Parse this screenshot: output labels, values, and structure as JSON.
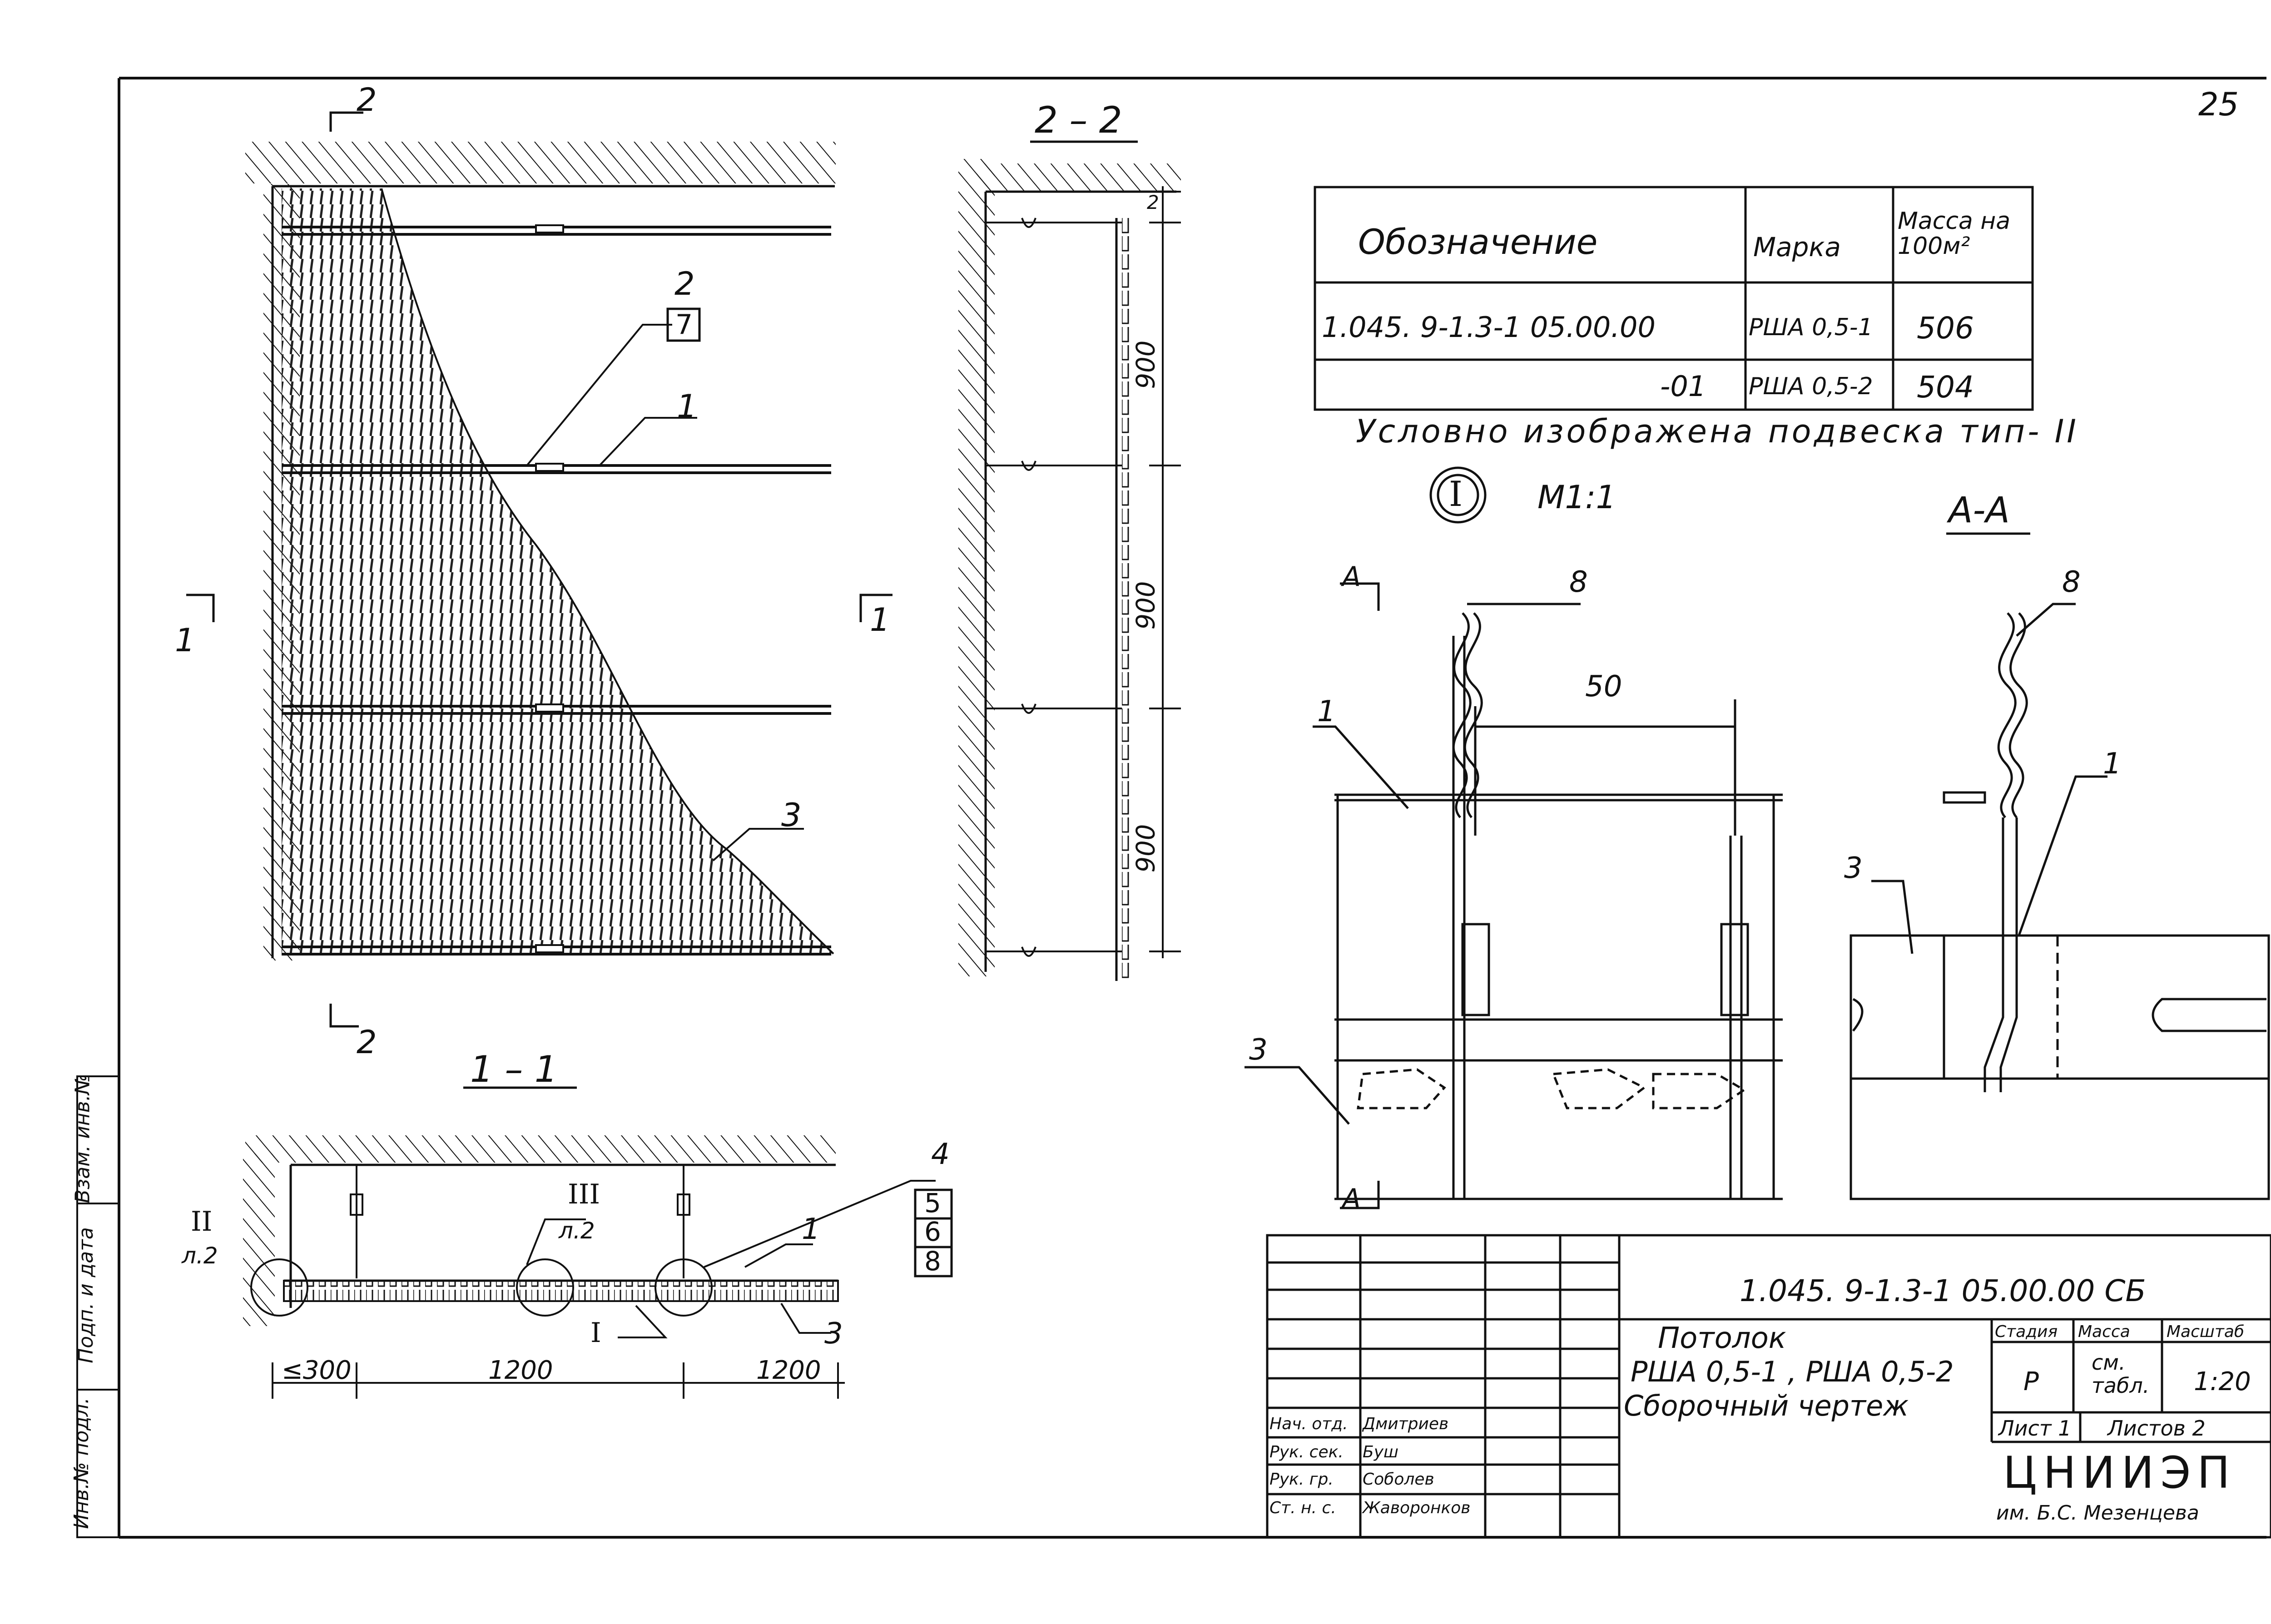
{
  "page_number": "25",
  "sections": {
    "s22": "2 – 2",
    "s11": "1 – 1",
    "aa": "А-А",
    "cut2_top": "2",
    "cut2_bottom": "2",
    "cut1_left": "1",
    "cut1_right": "1"
  },
  "spec_table": {
    "headers": [
      "Обозначение",
      "Марка",
      "Масса на 100м²"
    ],
    "rows": [
      {
        "designation": "1.045. 9-1.3-1 05.00.00",
        "mark": "РША 0,5-1",
        "mass": "506"
      },
      {
        "designation": "-01",
        "mark": "РША 0,5-2",
        "mass": "504"
      }
    ]
  },
  "note": "Условно изображена подвеска тип- II",
  "detail": {
    "id": "I",
    "scale": "М1:1",
    "dim": "50",
    "cut_a": "А"
  },
  "callouts": {
    "c1": "1",
    "c2": "2",
    "c3": "3",
    "c7": "7",
    "c8": "8",
    "c4": "4",
    "c5": "5",
    "c6": "6",
    "roman1": "I",
    "roman2": "II",
    "roman3": "III",
    "sheet_ref": "л.2"
  },
  "dims": {
    "v900": "900",
    "le300": "≤300",
    "h1200a": "1200",
    "h1200b": "1200",
    "top2": "2"
  },
  "left_strip": [
    "Инв.№ подл.",
    "Подп. и дата",
    "Взам. инв.№"
  ],
  "title_block": {
    "doc_code": "1.045. 9-1.3-1  05.00.00 СБ",
    "title_l1": "Потолок",
    "title_l2": "РША 0,5-1 , РША 0,5-2",
    "title_l3": "Сборочный чертеж",
    "stage_h": "Стадия",
    "mass_h": "Масса",
    "scale_h": "Масштаб",
    "stage": "Р",
    "mass": "см. табл.",
    "scale": "1:20",
    "sheet": "Лист 1",
    "sheets": "Листов 2",
    "org": "ЦНИИЭП",
    "org_sub": "им. Б.С. Мезенцева",
    "roles": [
      {
        "role": "Нач. отд.",
        "name": "Дмитриев"
      },
      {
        "role": "Рук. сек.",
        "name": "Буш"
      },
      {
        "role": "Рук. гр.",
        "name": "Соболев"
      },
      {
        "role": "Ст. н. с.",
        "name": "Жаворонков"
      }
    ]
  }
}
